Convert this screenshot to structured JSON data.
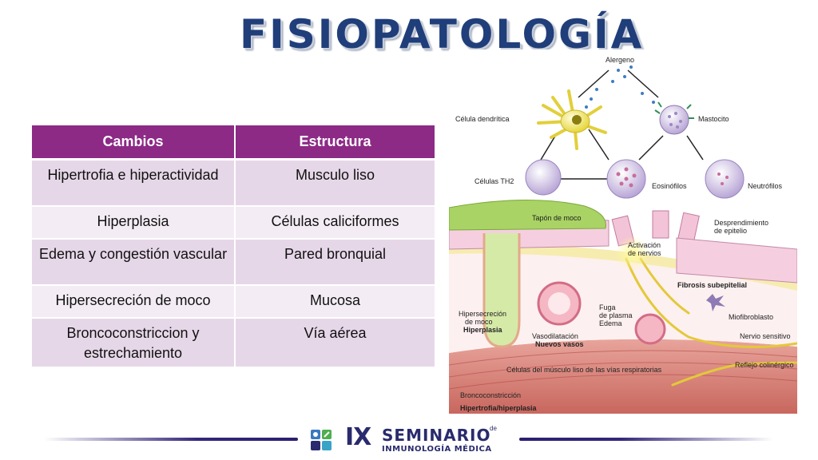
{
  "title": "FISIOPATOLOGÍA",
  "table": {
    "headers": [
      "Cambios",
      "Estructura"
    ],
    "rows": [
      [
        "Hipertrofia e hiperactividad",
        "Musculo liso"
      ],
      [
        "Hiperplasia",
        "Células caliciformes"
      ],
      [
        "Edema y congestión vascular",
        "Pared bronquial"
      ],
      [
        "Hipersecreción de moco",
        "Mucosa"
      ],
      [
        "Broncoconstriccion y estrechamiento",
        "Vía aérea"
      ]
    ]
  },
  "diagram": {
    "labels": {
      "alergeno": "Alergeno",
      "celula_dendritica": "Célula dendrítica",
      "mastocito": "Mastocito",
      "celulas_th2": "Células TH2",
      "eosinofilos": "Eosinófilos",
      "neutrofilos": "Neutrófilos",
      "tapon_moco": "Tapón de moco",
      "desprendimiento_1": "Desprendimiento",
      "desprendimiento_2": "de epitelio",
      "activacion_1": "Activación",
      "activacion_2": "de nervios",
      "fibrosis": "Fibrosis subepitelial",
      "miofibroblasto": "Miofibroblasto",
      "hipersecrecion_1": "Hipersecreción",
      "hipersecrecion_2": "de moco",
      "hiperplasia": "Hiperplasia",
      "vasodilatacion": "Vasodilatación",
      "nuevos_vasos": "Nuevos vasos",
      "fuga_1": "Fuga",
      "fuga_2": "de plasma",
      "edema": "Edema",
      "nervio_sensitivo": "Nervio sensitivo",
      "reflejo": "Reflejo colinérgico",
      "celulas_musculo": "Células del músculo liso de las vías respiratorias",
      "broncoconstriccion": "Broncoconstricción",
      "hipertrofia": "Hipertrofia/hiperplasia"
    }
  },
  "footer": {
    "roman": "IX",
    "name": "SEMINARIO",
    "de": "de",
    "subtitle": "INMUNOLOGÍA MÉDICA"
  },
  "colors": {
    "header": "#8c2a86",
    "row_odd": "#e6d7e8",
    "row_even": "#f3ecf4",
    "title": "#1f3e7a",
    "footer": "#2a2a6e"
  }
}
